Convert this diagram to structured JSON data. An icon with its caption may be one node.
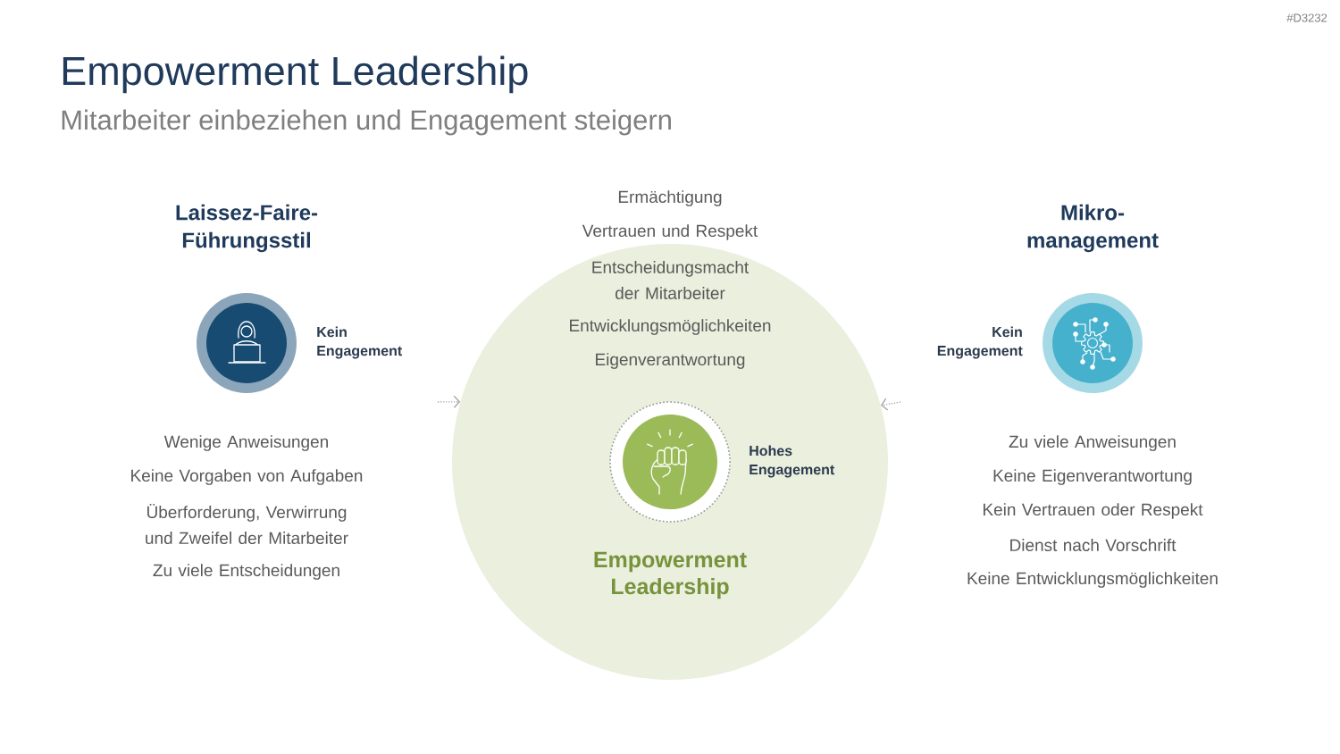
{
  "diagram": {
    "title": "Empowerment Leadership",
    "nodes": [
      {
        "text": [],
        "shape": "circle",
        "beside": [
          "Laissez-Faire- Führungsstil",
          "Kein Engagement"
        ]
      },
      {
        "text": [
          "Empowerment Leadership"
        ]
      },
      {
        "text": [],
        "shape": "circle",
        "in": 1,
        "beside": [
          "Hohes Engagement"
        ]
      },
      {
        "text": [],
        "shape": "circle",
        "beside": [
          "Mikro- management",
          "Kein Engagement"
        ]
      }
    ],
    "edges": [
      {
        "from": null,
        "to": 1,
        "arrow": "to",
        "style": "dashed"
      },
      {
        "from": null,
        "to": 1,
        "arrow": "to",
        "style": "dashed"
      }
    ],
    "labels": [
      "#D3232",
      "Mitarbeiter einbeziehen und Engagement steigern",
      "Wenige Anweisungen",
      "Keine Vorgaben von Aufgaben",
      "Überforderung, Verwirrung und Zweifel der Mitarbeiter",
      "Zu viele Entscheidungen",
      "Ermächtigung",
      "Vertrauen und Respekt",
      "Entscheidungsmacht der Mitarbeiter",
      "Entwicklungsmöglichkeiten",
      "Eigenverantwortung",
      "Zu viele Anweisungen",
      "Keine Eigenverantwortung",
      "Kein Vertrauen oder Respekt",
      "Dienst nach Vorschrift",
      "Keine Entwicklungsmöglichkeiten"
    ]
  }
}
